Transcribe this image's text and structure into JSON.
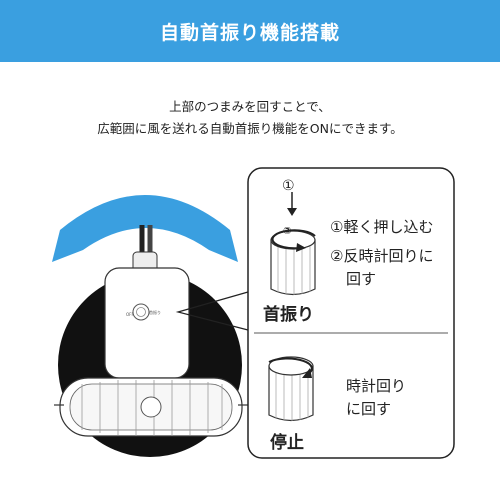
{
  "header": {
    "title": "自動首振り機能搭載"
  },
  "description": {
    "line1": "上部のつまみを回すことで、",
    "line2": "広範囲に風を送れる自動首振り機能をONにできます。"
  },
  "swing_panel": {
    "step1_marker": "①",
    "step2_marker": "②",
    "step1_text": "①軽く押し込む",
    "step2_line1": "②反時計回りに",
    "step2_line2": "回す",
    "mode_label": "首振り"
  },
  "stop_panel": {
    "line1": "時計回り",
    "line2": "に回す",
    "mode_label": "停止"
  },
  "knob": {
    "left_text": "OFF",
    "right_text": "首振り"
  },
  "colors": {
    "banner": "#3a9fe0",
    "arrow": "#3a9fe0",
    "line": "#222222",
    "fan_body": "#ffffff"
  },
  "icons": {
    "swing_arrow": "double-headed-curved-arrow-icon",
    "rotate_ccw": "rotate-counterclockwise-icon",
    "rotate_cw": "rotate-clockwise-icon",
    "push_down": "arrow-down-icon"
  }
}
